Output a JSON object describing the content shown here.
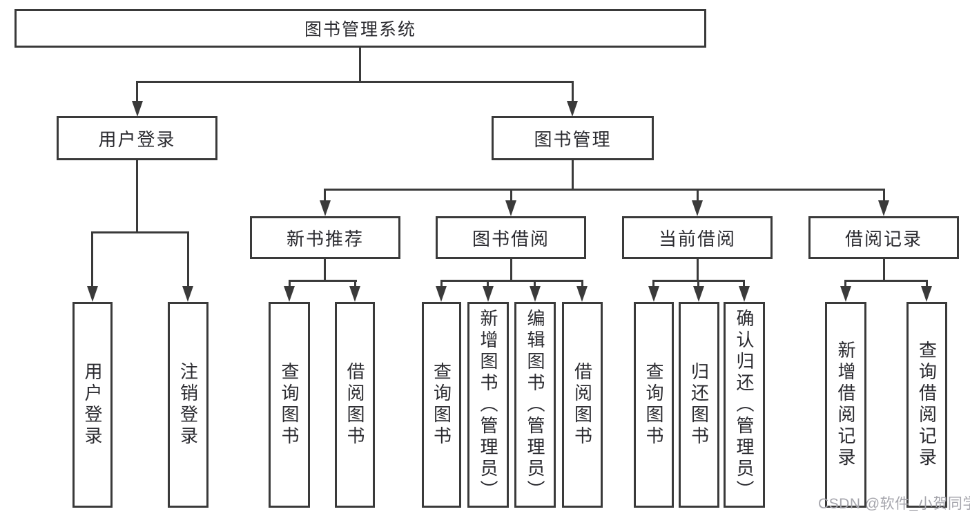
{
  "diagram": {
    "root": {
      "label": "图书管理系统"
    },
    "branches": [
      {
        "label": "用户登录",
        "children": [
          {
            "label": "用户登录"
          },
          {
            "label": "注销登录"
          }
        ]
      },
      {
        "label": "图书管理",
        "children": [
          {
            "label": "新书推荐",
            "children": [
              {
                "label": "查询图书"
              },
              {
                "label": "借阅图书"
              }
            ]
          },
          {
            "label": "图书借阅",
            "children": [
              {
                "label": "查询图书"
              },
              {
                "label": "新增图书（管理员）"
              },
              {
                "label": "编辑图书（管理员）"
              },
              {
                "label": "借阅图书"
              }
            ]
          },
          {
            "label": "当前借阅",
            "children": [
              {
                "label": "查询图书"
              },
              {
                "label": "归还图书"
              },
              {
                "label": "确认归还（管理员）"
              }
            ]
          },
          {
            "label": "借阅记录",
            "children": [
              {
                "label": "新增借阅记录"
              },
              {
                "label": "查询借阅记录"
              }
            ]
          }
        ]
      }
    ]
  },
  "watermark": {
    "text": "CSDN @软件_小贺同学"
  },
  "colors": {
    "line": "#3a3a3a",
    "text": "#2b2b30",
    "watermark": "#a5a5ac",
    "background": "#ffffff"
  }
}
